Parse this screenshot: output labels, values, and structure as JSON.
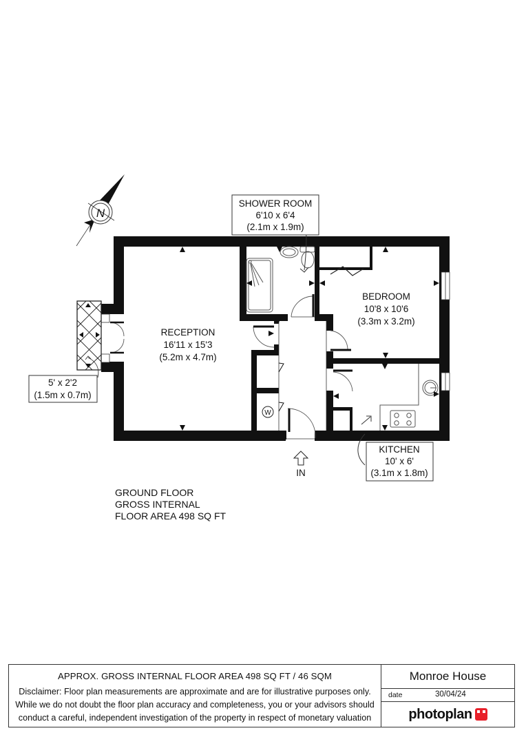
{
  "compass": {
    "label": "N"
  },
  "rooms": {
    "reception": {
      "name": "RECEPTION",
      "imperial": "16'11 x 15'3",
      "metric": "(5.2m x 4.7m)"
    },
    "shower_room": {
      "name": "SHOWER ROOM",
      "imperial": "6'10 x 6'4",
      "metric": "(2.1m x 1.9m)"
    },
    "bedroom": {
      "name": "BEDROOM",
      "imperial": "10'8 x 10'6",
      "metric": "(3.3m x 3.2m)"
    },
    "kitchen": {
      "name": "KITCHEN",
      "imperial": "10' x 6'",
      "metric": "(3.1m x 1.8m)"
    },
    "balcony": {
      "imperial": "5' x 2'2",
      "metric": "(1.5m x 0.7m)"
    }
  },
  "fixtures": {
    "washer_label": "W"
  },
  "entrance": {
    "label": "IN"
  },
  "floor_info": {
    "line1": "GROUND FLOOR",
    "line2": "GROSS INTERNAL",
    "line3": "FLOOR AREA 498 SQ FT"
  },
  "footer": {
    "area": "APPROX. GROSS INTERNAL FLOOR AREA 498 SQ FT / 46 SQM",
    "disclaimer": [
      "Disclaimer: Floor plan measurements are approximate and are for illustrative purposes only.",
      "While we do not doubt the floor plan accuracy and completeness, you or your advisors should",
      "conduct a careful, independent investigation of the property in respect of monetary valuation"
    ],
    "property_name": "Monroe House",
    "date_label": "date",
    "date_value": "30/04/24",
    "logo_text": "photoplan",
    "logo_color": "#e8202a"
  }
}
